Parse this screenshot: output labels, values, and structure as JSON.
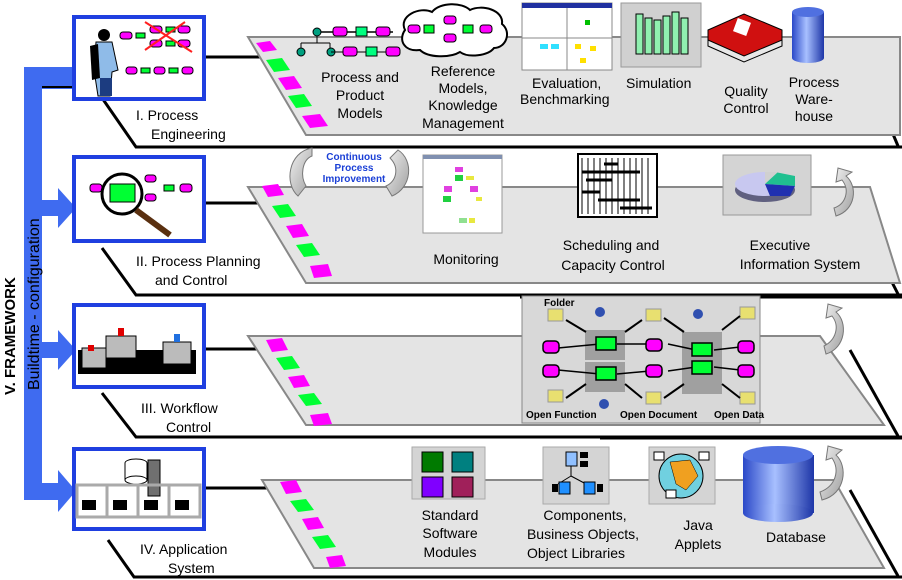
{
  "framework": {
    "title": "V. FRAMEWORK",
    "subtitle": "Buildtime - configuration",
    "accent_color": "#3f6bf0"
  },
  "layers": [
    {
      "id": "process-engineering",
      "number": "I.",
      "label_line1": "I. Process",
      "label_line2": "Engineering",
      "items": [
        {
          "lines": [
            "Process and",
            "Product",
            "Models"
          ]
        },
        {
          "lines": [
            "Reference",
            "Models,",
            "Knowledge",
            "Management"
          ]
        },
        {
          "lines": [
            "Evaluation,",
            "Benchmarking"
          ]
        },
        {
          "lines": [
            "Simulation"
          ]
        },
        {
          "lines": [
            "Quality",
            "Control"
          ]
        },
        {
          "lines": [
            "Process",
            "Ware-",
            "house"
          ]
        }
      ]
    },
    {
      "id": "process-planning",
      "label_line1": "II. Process Planning",
      "label_line2": "and Control",
      "cycle_label": [
        "Continuous",
        "Process",
        "Improvement"
      ],
      "items": [
        {
          "lines": [
            "Monitoring"
          ]
        },
        {
          "lines": [
            "Scheduling and",
            "Capacity Control"
          ]
        },
        {
          "lines": [
            "Executive",
            "Information System"
          ]
        }
      ]
    },
    {
      "id": "workflow-control",
      "label_line1": "III. Workflow",
      "label_line2": "Control",
      "workflow_labels": {
        "folder": "Folder",
        "open_function": "Open Function",
        "open_document": "Open Document",
        "open_data": "Open Data"
      }
    },
    {
      "id": "application-system",
      "label_line1": "IV. Application",
      "label_line2": "System",
      "items": [
        {
          "lines": [
            "Standard",
            "Software",
            "Modules"
          ]
        },
        {
          "lines": [
            "Components,",
            "Business Objects,",
            "Object Libraries"
          ]
        },
        {
          "lines": [
            "Java",
            "Applets"
          ]
        },
        {
          "lines": [
            "Database"
          ]
        }
      ]
    }
  ],
  "colors": {
    "event_magenta": "#ff00ff",
    "function_green": "#00ff33",
    "plane_gray": "#e4e4e4",
    "frame_blue": "#1f3fe0",
    "module_colors": [
      "#007a00",
      "#008080",
      "#8000ff",
      "#a0205a"
    ]
  }
}
